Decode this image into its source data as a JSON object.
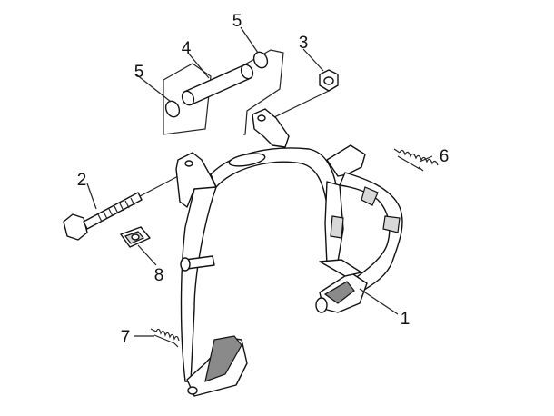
{
  "callouts": [
    {
      "id": "c1",
      "label": "1"
    },
    {
      "id": "c2",
      "label": "2"
    },
    {
      "id": "c3",
      "label": "3"
    },
    {
      "id": "c4",
      "label": "4"
    },
    {
      "id": "c5a",
      "label": "5"
    },
    {
      "id": "c5b",
      "label": "5"
    },
    {
      "id": "c6",
      "label": "6"
    },
    {
      "id": "c7",
      "label": "7"
    },
    {
      "id": "c8",
      "label": "8"
    }
  ]
}
